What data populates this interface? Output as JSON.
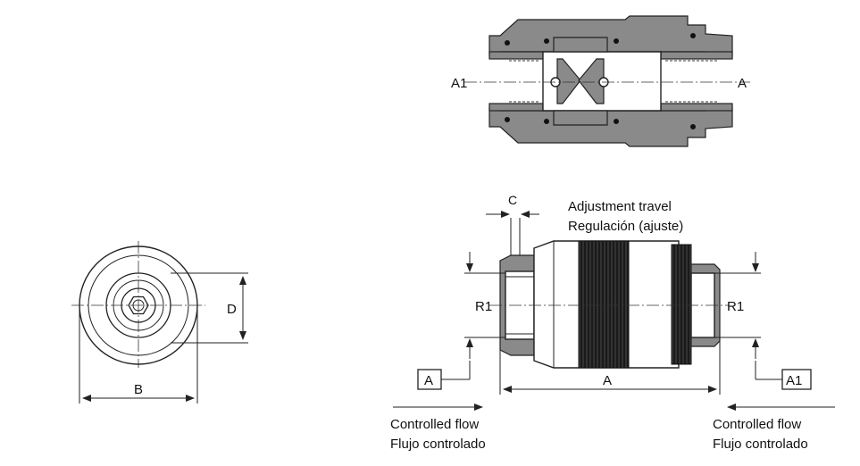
{
  "section": {
    "left_port": "A1",
    "right_port": "A"
  },
  "end_view": {
    "dim_d": "D",
    "dim_b": "B"
  },
  "side_view": {
    "dim_c": "C",
    "adjust_en": "Adjustment travel",
    "adjust_es": "Regulación (ajuste)",
    "r1": "R1",
    "dim_a": "A",
    "port_a": "A",
    "port_a1": "A1"
  },
  "flow": {
    "en": "Controlled flow",
    "es": "Flujo controlado"
  }
}
